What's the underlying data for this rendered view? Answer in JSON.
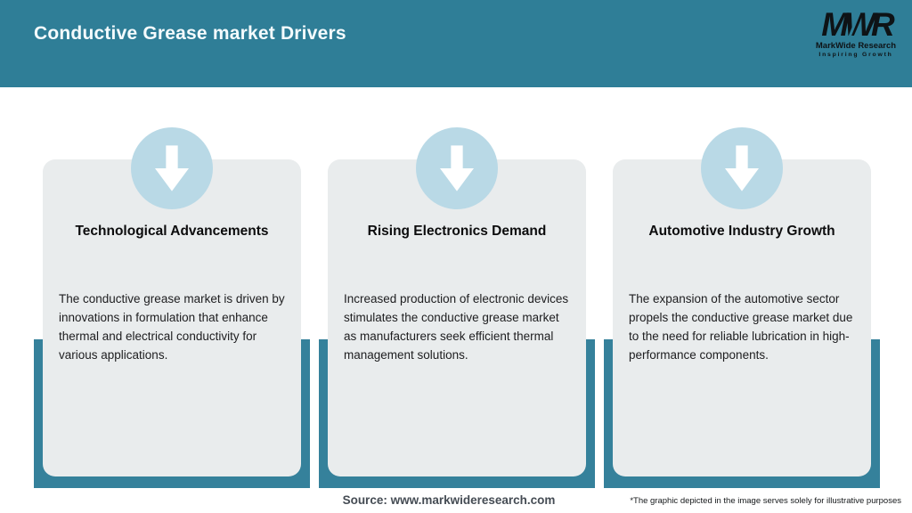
{
  "header": {
    "title": "Conductive Grease market Drivers",
    "logo": {
      "acronym": "MWR",
      "name": "MarkWide Research",
      "tagline": "Inspiring Growth"
    }
  },
  "cards": [
    {
      "icon": "down-arrow-icon",
      "title": "Technological Advancements",
      "body": "The conductive grease market is driven by innovations in formulation that enhance thermal and electrical conductivity for various applications."
    },
    {
      "icon": "down-arrow-icon",
      "title": "Rising Electronics Demand",
      "body": "Increased production of electronic devices stimulates the conductive grease market as manufacturers seek efficient thermal management solutions."
    },
    {
      "icon": "down-arrow-icon",
      "title": "Automotive Industry Growth",
      "body": "The expansion of the automotive sector propels the conductive grease market due to the need for reliable lubrication in high-performance components."
    }
  ],
  "footer": {
    "source": "Source: www.markwideresearch.com",
    "disclaimer": "*The graphic depicted in the image serves solely for illustrative purposes"
  },
  "colors": {
    "header_teal": "#2f7e97",
    "bar_teal": "#35819b",
    "card_gray": "#e9eced",
    "circle_blue": "#b9d9e6",
    "arrow_white": "#ffffff",
    "title_white": "#f4fbfd",
    "text_dark": "#1d1d1f",
    "source_gray": "#454c54",
    "logo_black": "#0e1316"
  }
}
